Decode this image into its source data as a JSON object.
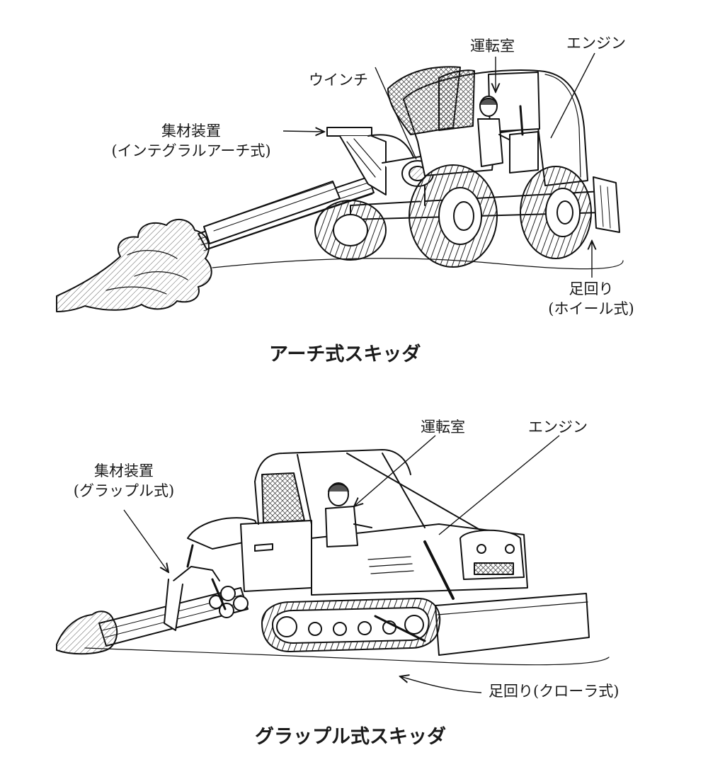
{
  "figure_top": {
    "caption": "アーチ式スキッダ",
    "labels": {
      "winch": "ウインチ",
      "cab": "運転室",
      "engine": "エンジン",
      "attachment_line1": "集材装置",
      "attachment_line2": "(インテグラルアーチ式)",
      "undercarriage_line1": "足回り",
      "undercarriage_line2": "(ホイール式)"
    }
  },
  "figure_bottom": {
    "caption": "グラップル式スキッダ",
    "labels": {
      "cab": "運転室",
      "engine": "エンジン",
      "attachment_line1": "集材装置",
      "attachment_line2": "(グラップル式)",
      "undercarriage": "足回り(クローラ式)"
    }
  }
}
